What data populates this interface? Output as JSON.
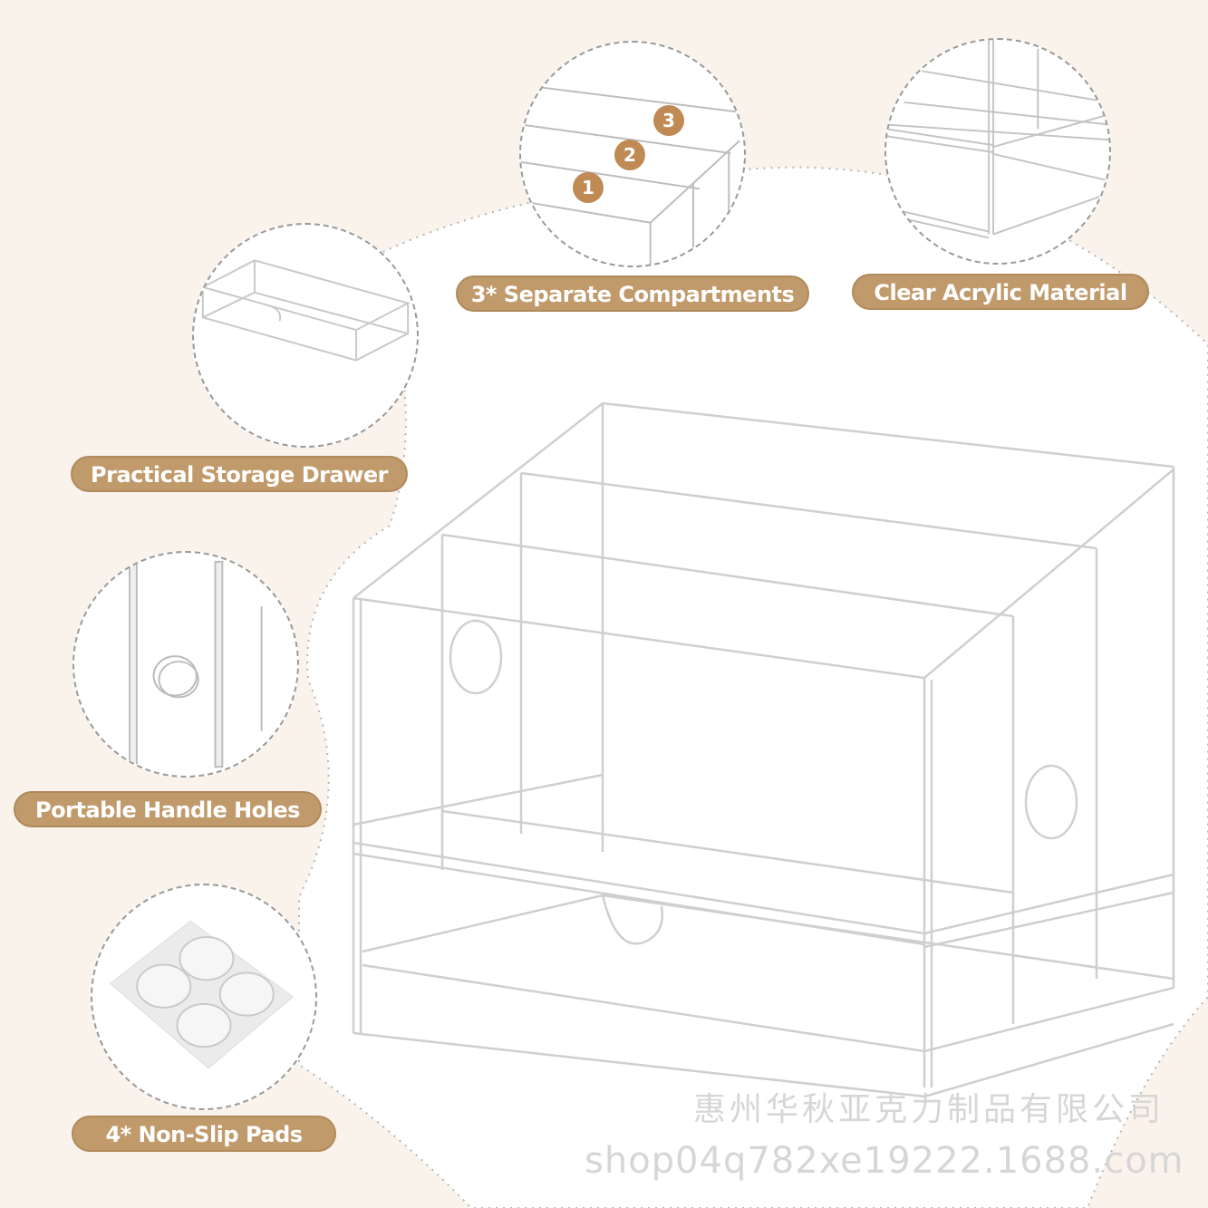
{
  "colors": {
    "background_cream": "#f9f3ec",
    "background_white": "#ffffff",
    "label_pill": "#c19a6b",
    "number_badge": "#c08a55",
    "watermark": "#d6d6d6"
  },
  "features": [
    {
      "id": "compartments",
      "label": "3* Separate Compartments",
      "icon": "compartments-closeup"
    },
    {
      "id": "acrylic",
      "label": "Clear Acrylic Material",
      "icon": "acrylic-edge-closeup"
    },
    {
      "id": "drawer",
      "label": "Practical Storage Drawer",
      "icon": "drawer-closeup"
    },
    {
      "id": "handles",
      "label": "Portable Handle Holes",
      "icon": "handle-hole-closeup"
    },
    {
      "id": "pads",
      "label": "4* Non-Slip Pads",
      "icon": "non-slip-pads-closeup"
    }
  ],
  "compartment_numbers": [
    "1",
    "2",
    "3"
  ],
  "product": {
    "name": "clear acrylic 3-compartment organizer with drawer"
  },
  "watermark": {
    "company": "惠州华秋亚克力制品有限公司",
    "url": "shop04q782xe19222.1688.com"
  }
}
